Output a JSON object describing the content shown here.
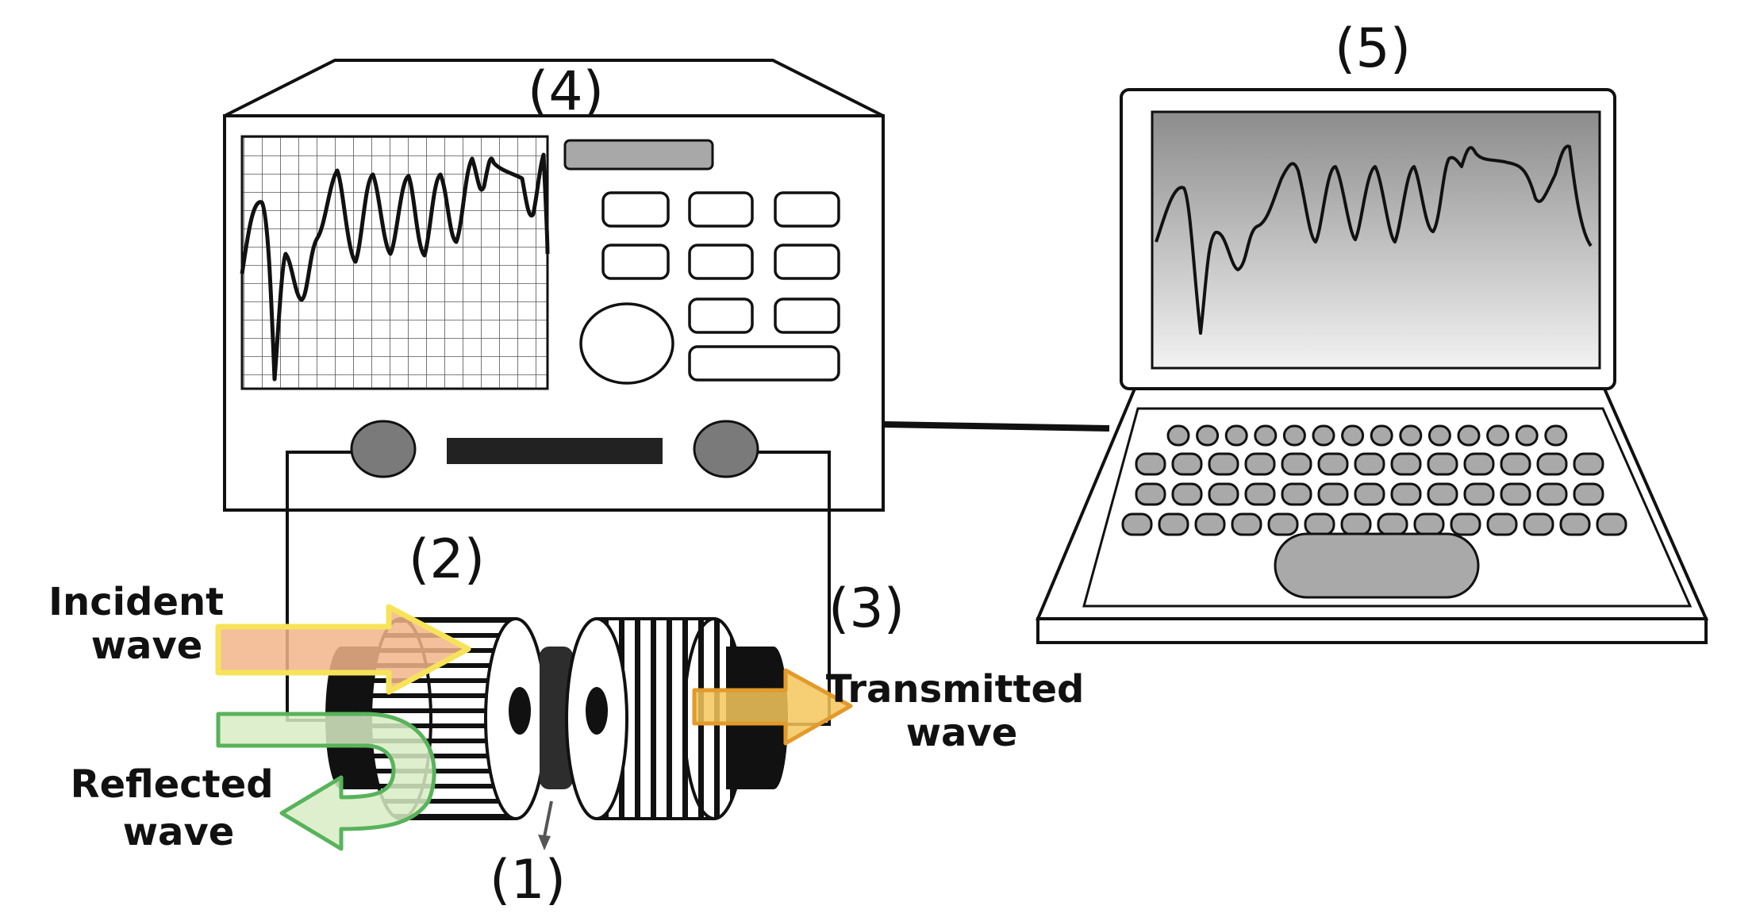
{
  "labels": {
    "analyzer": "(4)",
    "laptop": "(5)",
    "holder": "(2)",
    "cable": "(3)",
    "sample": "(1)"
  },
  "waves": {
    "incident": [
      "Incident",
      "wave"
    ],
    "reflected": [
      "Reflected",
      "wave"
    ],
    "transmitted": [
      "Transmitted",
      "wave"
    ]
  },
  "colors": {
    "incident_fill": "#f2b48a",
    "incident_border": "#f7e35a",
    "reflected_fill": "#d8ecc6",
    "reflected_border": "#58b35a",
    "transmitted_fill": "#f5c65a",
    "transmitted_border": "#e29a2a",
    "outline": "#111111",
    "knob": "#7a7a7a",
    "screen_gradient_top": "#8c8c8c",
    "screen_gradient_bottom": "#f2f2f2"
  }
}
